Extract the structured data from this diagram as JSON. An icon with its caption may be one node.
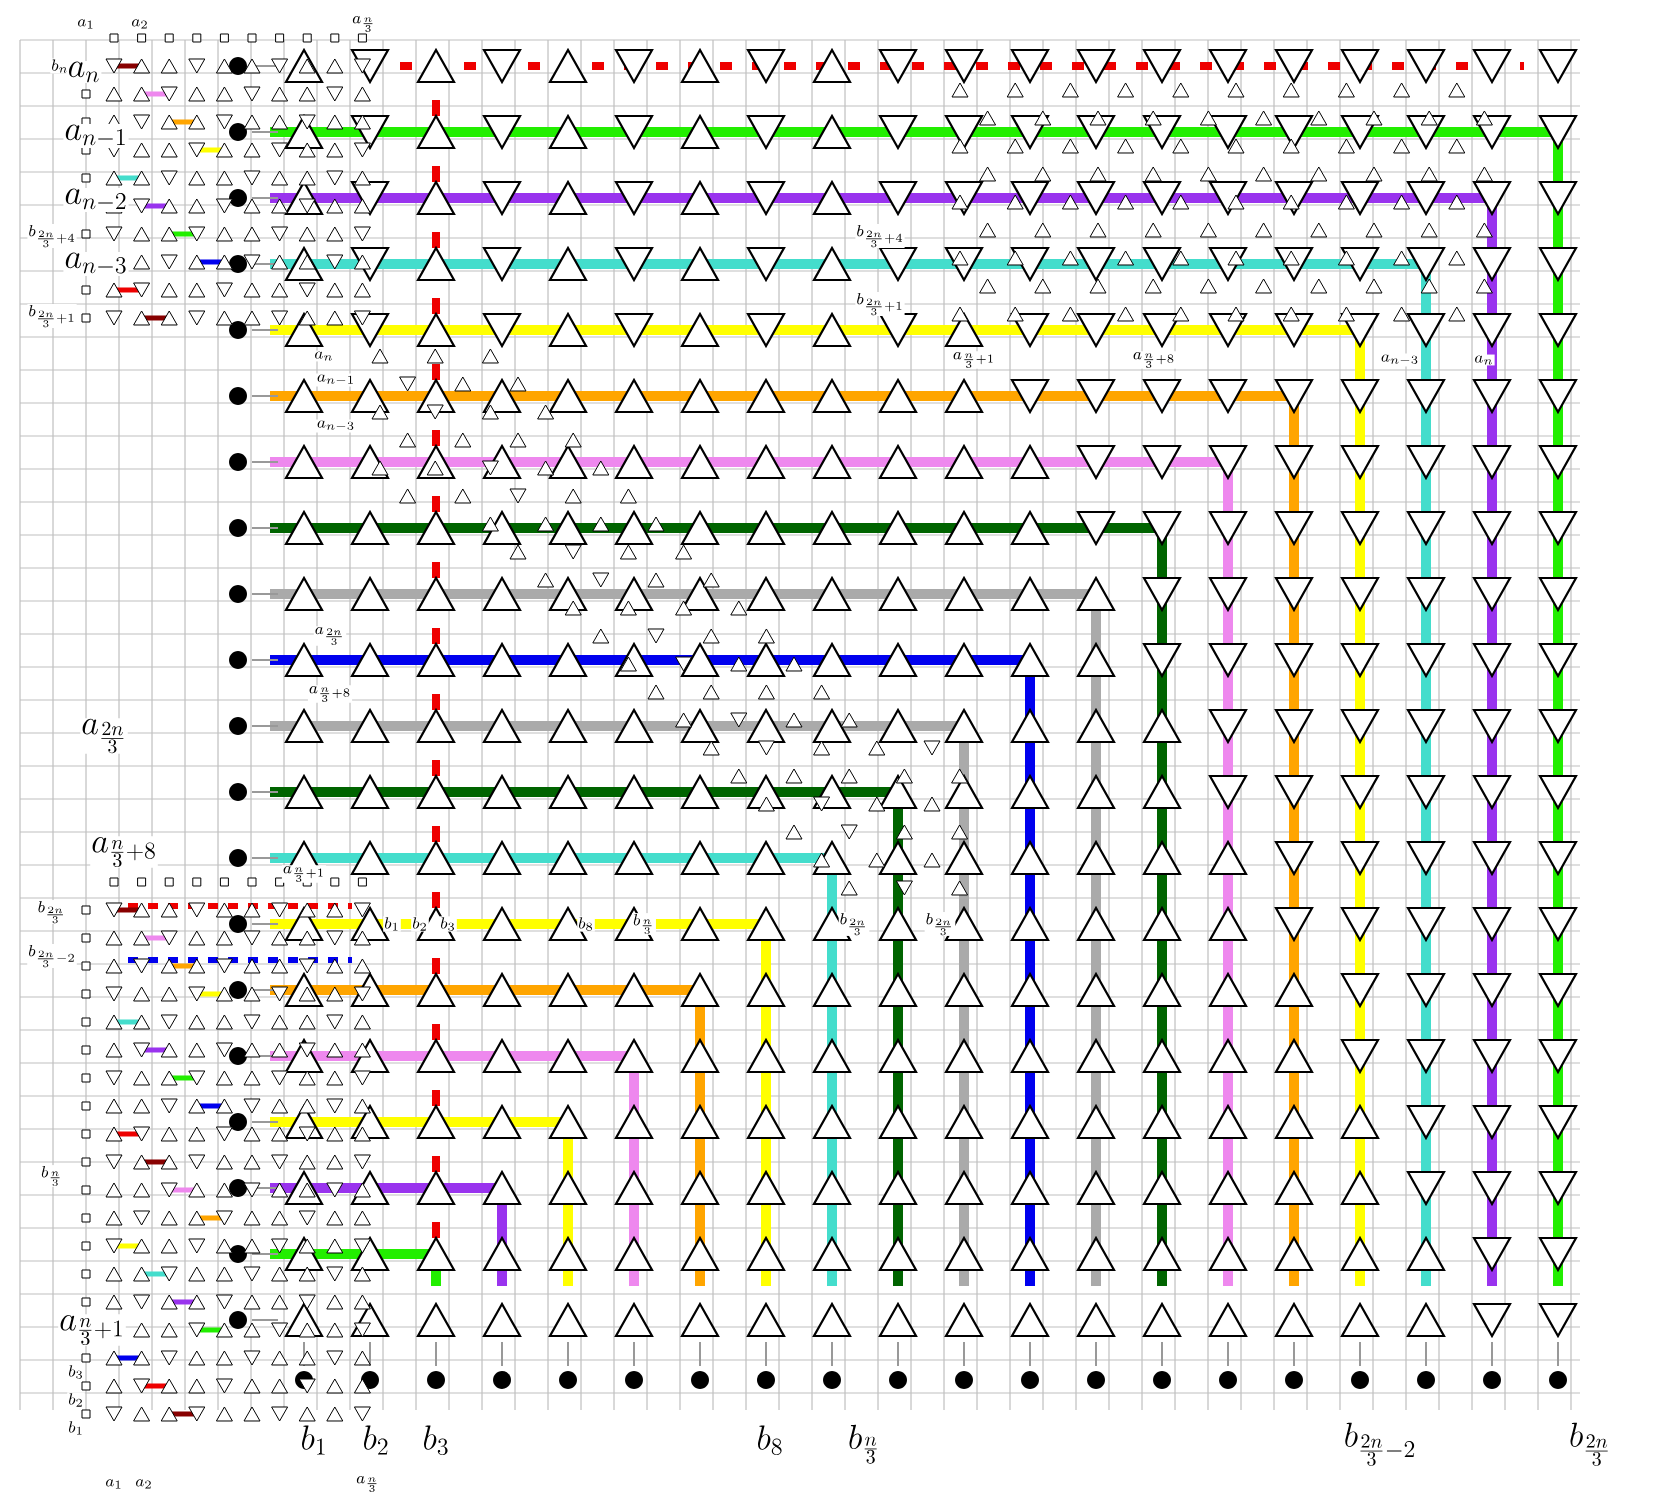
{
  "diagram": {
    "labels": [
      "a_1",
      "a_2",
      "a_{\\frac{n}{3}}",
      "b_n",
      "a_n",
      "a_{n-1}",
      "a_{n-2}",
      "a_{n-3}",
      "b_{\\frac{2n}{3}+4}",
      "b_{\\frac{2n}{3}+1}",
      "a_n",
      "a_{n-1}",
      "a_{n-3}",
      "b_{\\frac{2n}{3}+4}",
      "b_{\\frac{2n}{3}+1}",
      "a_{\\frac{n}{3}+1}",
      "a_{\\frac{n}{3}+8}",
      "a_{n-3}",
      "a_n",
      "a_{\\frac{2n}{3}}",
      "a_{\\frac{n}{3}+8}",
      "a_{\\frac{2n}{3}}",
      "a_{\\frac{n}{3}+8}",
      "a_{\\frac{n}{3}+1}",
      "b_{\\frac{2n}{3}}",
      "b_{\\frac{2n}{3}-2}",
      "b_1",
      "b_2",
      "b_3",
      "b_8",
      "b_{\\frac{n}{3}}",
      "b_{\\frac{2n}{3}}",
      "b_{\\frac{2n}{3}}",
      "b_{\\frac{n}{3}}",
      "a_{\\frac{n}{3}+1}",
      "b_3",
      "b_2",
      "b_1",
      "a_1",
      "a_2",
      "a_{\\frac{n}{3}}",
      "b_1",
      "b_2",
      "b_3",
      "b_8",
      "b_{\\frac{n}{3}}",
      "b_{\\frac{2n}{3}-2}",
      "b_{\\frac{2n}{3}}"
    ]
  }
}
